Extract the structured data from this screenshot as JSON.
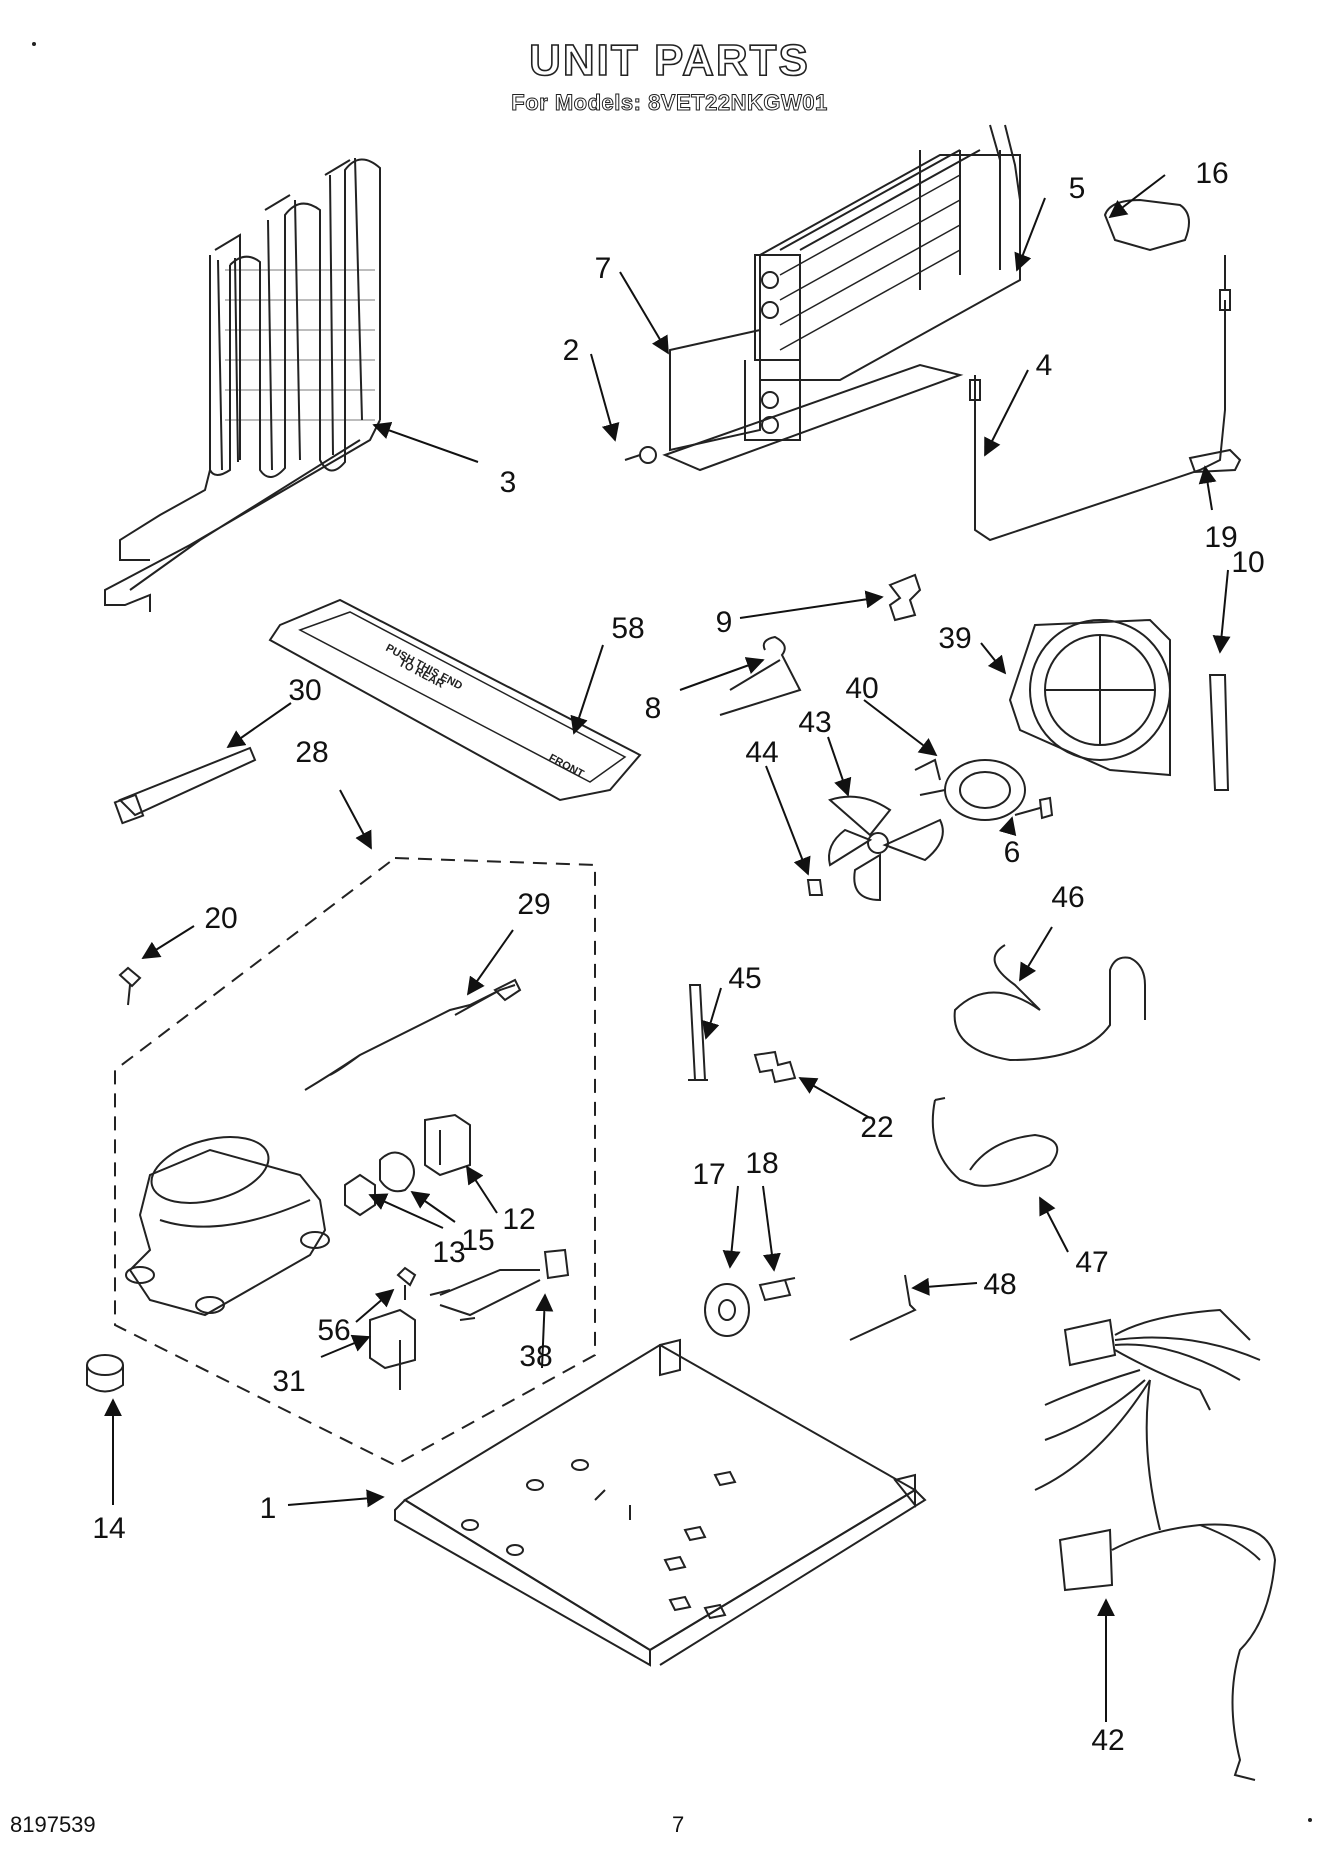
{
  "header": {
    "title": "UNIT PARTS",
    "subtitle": "For Models: 8VET22NKGW01"
  },
  "footer": {
    "document_number": "8197539",
    "page_number": "7"
  },
  "tray_label": {
    "line1": "PUSH THIS END",
    "line2": "TO REAR",
    "front": "FRONT"
  },
  "callouts": {
    "p1": "1",
    "p2": "2",
    "p3": "3",
    "p4": "4",
    "p5": "5",
    "p6": "6",
    "p7": "7",
    "p8": "8",
    "p9": "9",
    "p10": "10",
    "p12": "12",
    "p13": "13",
    "p14": "14",
    "p15": "15",
    "p16": "16",
    "p17": "17",
    "p18": "18",
    "p19": "19",
    "p20": "20",
    "p22": "22",
    "p28": "28",
    "p29": "29",
    "p30": "30",
    "p31": "31",
    "p38": "38",
    "p39": "39",
    "p40": "40",
    "p42": "42",
    "p43": "43",
    "p44": "44",
    "p45": "45",
    "p46": "46",
    "p47": "47",
    "p48": "48",
    "p56": "56",
    "p58": "58"
  }
}
